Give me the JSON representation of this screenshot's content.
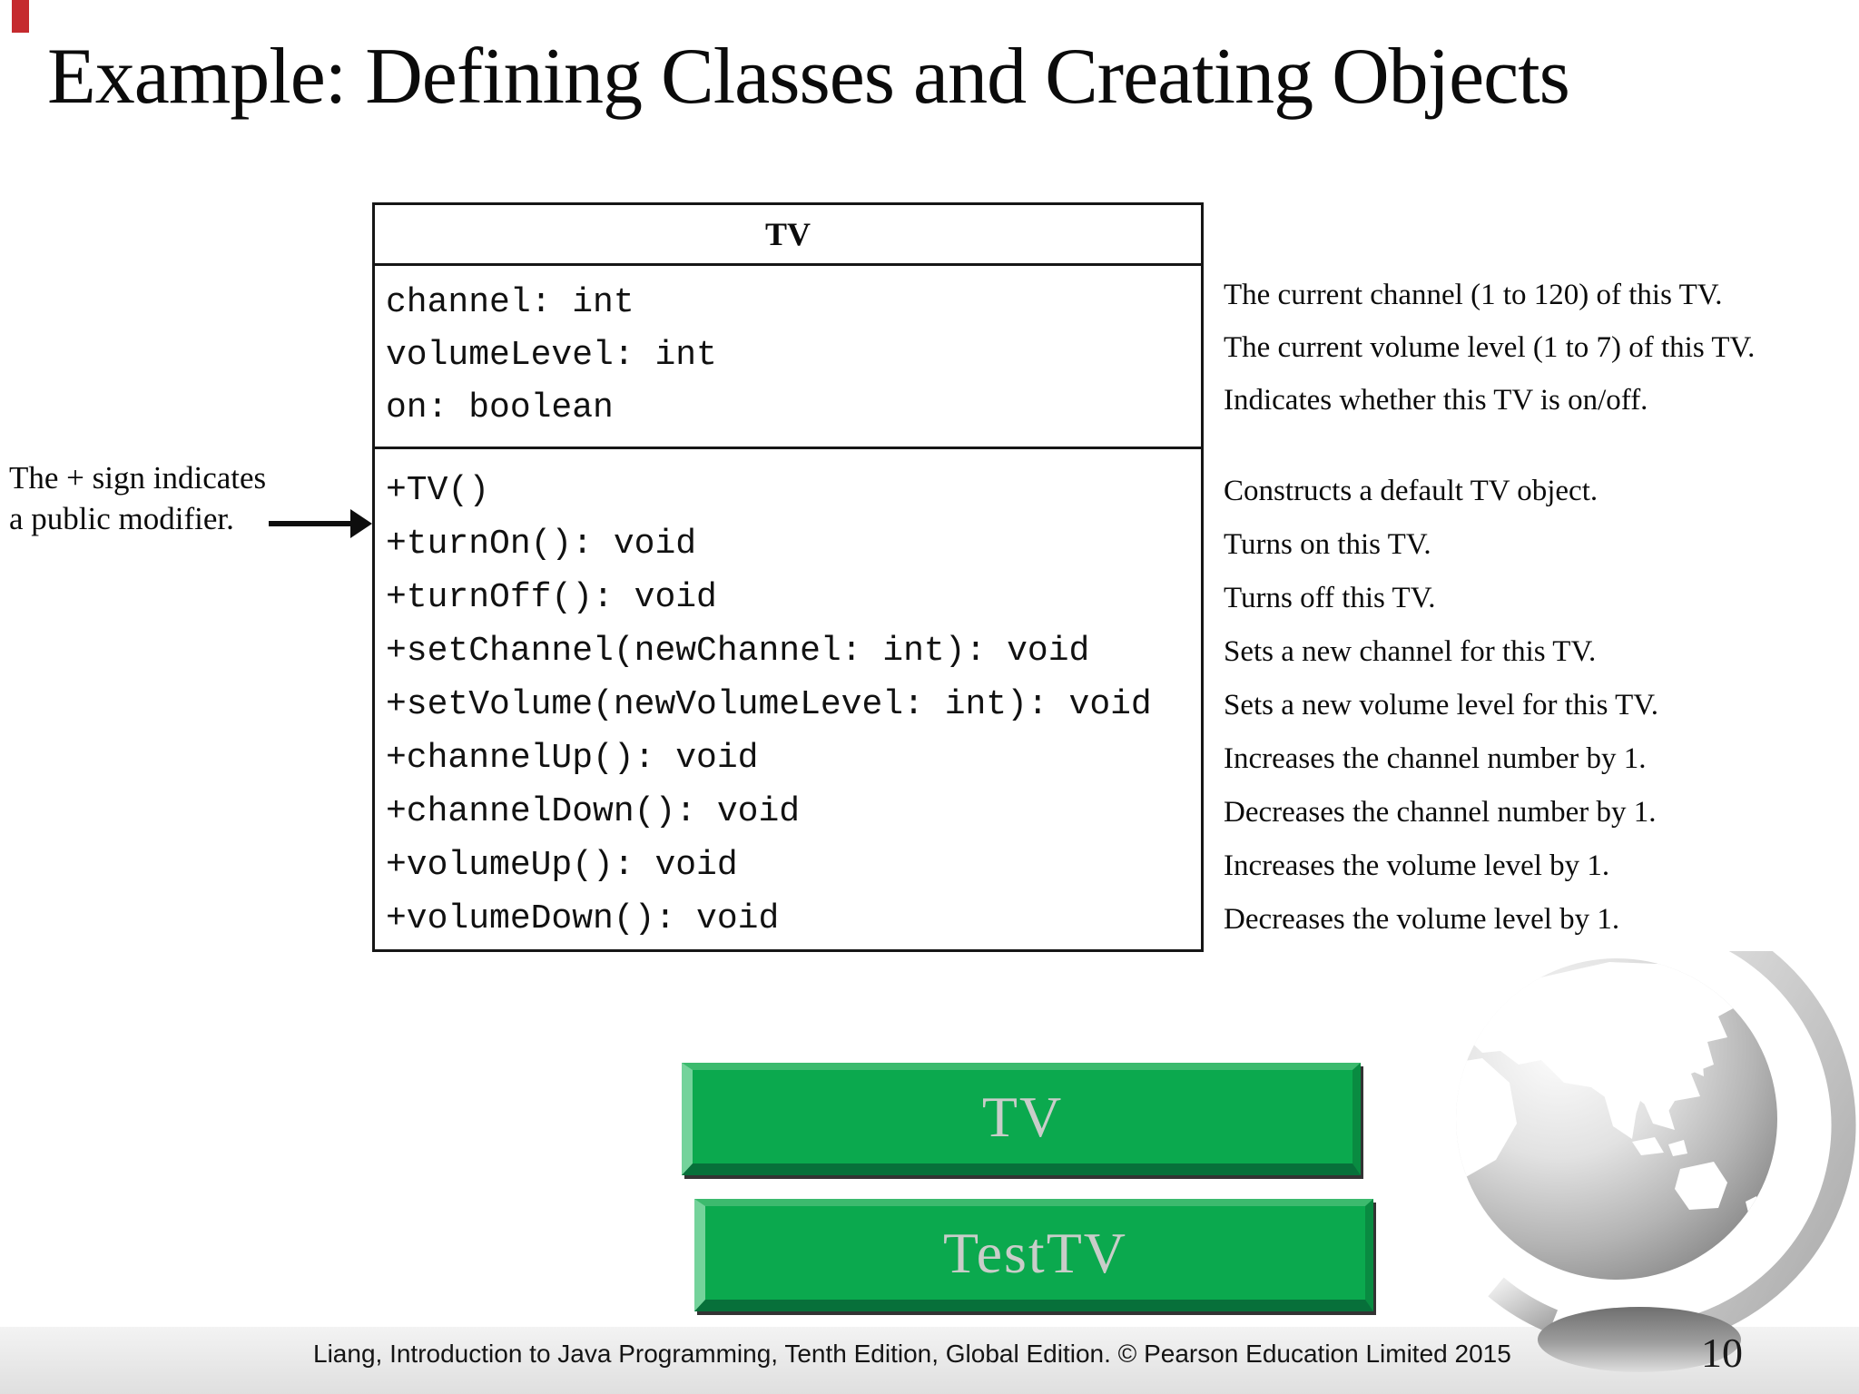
{
  "slide": {
    "title": "Example: Defining Classes and Creating Objects",
    "footer": "Liang, Introduction to Java Programming, Tenth Edition, Global Edition. © Pearson Education Limited 2015",
    "page_number": "10"
  },
  "uml": {
    "name": "TV",
    "attributes": [
      "channel: int",
      "volumeLevel: int",
      "on: boolean"
    ],
    "methods": [
      "+TV()",
      "+turnOn(): void",
      "+turnOff(): void",
      "+setChannel(newChannel: int): void",
      "+setVolume(newVolumeLevel: int): void",
      "+channelUp(): void",
      "+channelDown(): void",
      "+volumeUp(): void",
      "+volumeDown(): void"
    ]
  },
  "note": {
    "line1": "The + sign indicates",
    "line2": "a public modifier."
  },
  "attribute_descriptions": [
    "The current channel (1 to 120) of this TV.",
    "The current volume level (1 to 7) of this TV.",
    "Indicates whether this TV is on/off."
  ],
  "method_descriptions": [
    "Constructs a default TV object.",
    "Turns on this TV.",
    "Turns off this TV.",
    "Sets a new channel for this TV.",
    "Sets a new volume level for this TV.",
    "Increases the channel number by 1.",
    "Decreases the channel number by 1.",
    "Increases the volume level by 1.",
    "Decreases the volume level by 1."
  ],
  "buttons": [
    {
      "label": "TV"
    },
    {
      "label": "TestTV"
    }
  ],
  "colors": {
    "button_green": "#0ba94e",
    "button_green_light": "#74d39b",
    "button_green_dark": "#07703a",
    "button_text": "#c9cdc9",
    "marker_red": "#c52a2e",
    "footer_bg": "#ececec",
    "globe_gray": "#8a8a8a"
  }
}
